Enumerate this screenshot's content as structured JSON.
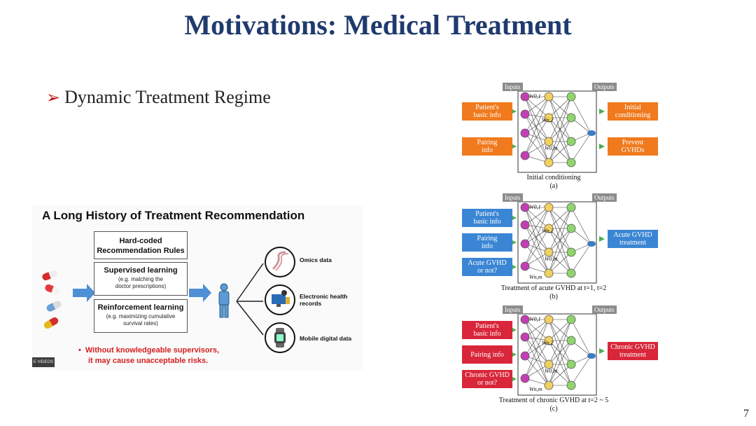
{
  "title": "Motivations: Medical Treatment",
  "bullet": {
    "marker": "➢",
    "text": "Dynamic Treatment Regime"
  },
  "page_number": "7",
  "figure": {
    "heading": "A Long History of Treatment Recommendation",
    "methods": [
      {
        "title": "Hard-coded\nRecommendation Rules",
        "sub": ""
      },
      {
        "title": "Supervised learning",
        "sub": "(e.g. matching the\ndoctor prescriptions)"
      },
      {
        "title": "Reinforcement learning",
        "sub": "(e.g. maximizing cumulative\nsurvival rates)"
      }
    ],
    "sources": [
      "Omics data",
      "Electronic health\nrecords",
      "Mobile digital data"
    ],
    "warning_bullet": "•",
    "warning": "Without knowledgeable supervisors,\nit may cause unacceptable risks.",
    "corner_badge": "E VIDEOS",
    "colors": {
      "arrow": "#4f8fd6",
      "warning": "#d42020"
    }
  },
  "diagrams": [
    {
      "inputs_label": "Inputs",
      "outputs_label": "Outputs",
      "inputs": [
        "Patient's\nbasic info",
        "Pairing\ninfo"
      ],
      "outputs": [
        "Initial\nconditioning",
        "Prevent\nGVHDs"
      ],
      "weights": [
        "W0,1",
        "Wn,2",
        "W0,m"
      ],
      "caption": "Initial conditioning",
      "sublabel": "(a)",
      "color": "#f07a1d"
    },
    {
      "inputs_label": "Inputs",
      "outputs_label": "Outputs",
      "inputs": [
        "Patient's\nbasic info",
        "Pairing\ninfo",
        "Acute GVHD\nor not?"
      ],
      "outputs": [
        "Acute GVHD\ntreatment"
      ],
      "weights": [
        "W0,1",
        "Wn,2",
        "W0,m",
        "Wn,m"
      ],
      "caption": "Treatment of acute GVHD at t=1, t=2",
      "sublabel": "(b)",
      "color": "#3a86d4"
    },
    {
      "inputs_label": "Inputs",
      "outputs_label": "Outputs",
      "inputs": [
        "Patient's\nbasic info",
        "Pairing  info",
        "Chronic GVHD\nor not?"
      ],
      "outputs": [
        "Chronic GVHD\ntreatment"
      ],
      "weights": [
        "W0,1",
        "Wn,2",
        "W0,m",
        "Wn,m"
      ],
      "caption": "Treatment of chronic GVHD at t=2 ~ 5",
      "sublabel": "(c)",
      "color": "#d9263a"
    }
  ]
}
